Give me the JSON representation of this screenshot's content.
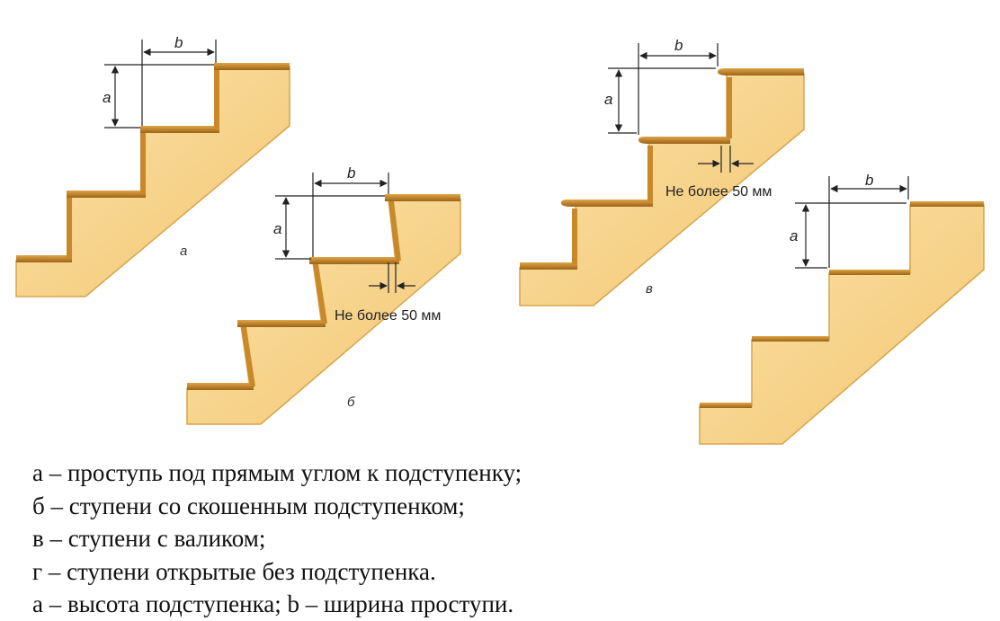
{
  "diagram": {
    "dimension_labels": {
      "a": "a",
      "b": "b"
    },
    "note": "Не более 50 мм",
    "panels": {
      "a": "а",
      "b": "б",
      "v": "в"
    },
    "colors": {
      "body": "#f6d58c",
      "body_edge": "#d9a44a",
      "tread": "#c9892a",
      "tread_dark": "#8c5a12",
      "line": "#222222"
    }
  },
  "legend": {
    "line1": "а – проступь под прямым углом к подступенку;",
    "line2": "б – ступени со скошенным подступенком;",
    "line3": "в – ступени с валиком;",
    "line4": "г – ступени открытые без подступенка.",
    "line5": "а – высота подступенка; b – ширина проступи."
  }
}
